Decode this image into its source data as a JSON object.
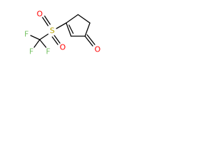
{
  "molecule": {
    "atoms": {
      "sulfur": "S",
      "oxygen_top": "O",
      "oxygen_bottom": "O",
      "fluorine_left": "F",
      "fluorine_bottom_left": "F",
      "fluorine_bottom_right": "F",
      "oxygen_ketone": "O"
    },
    "colors": {
      "bond": "#000000",
      "sulfur": "#b8a400",
      "oxygen": "#ff0000",
      "fluorine": "#7bc46a"
    }
  }
}
